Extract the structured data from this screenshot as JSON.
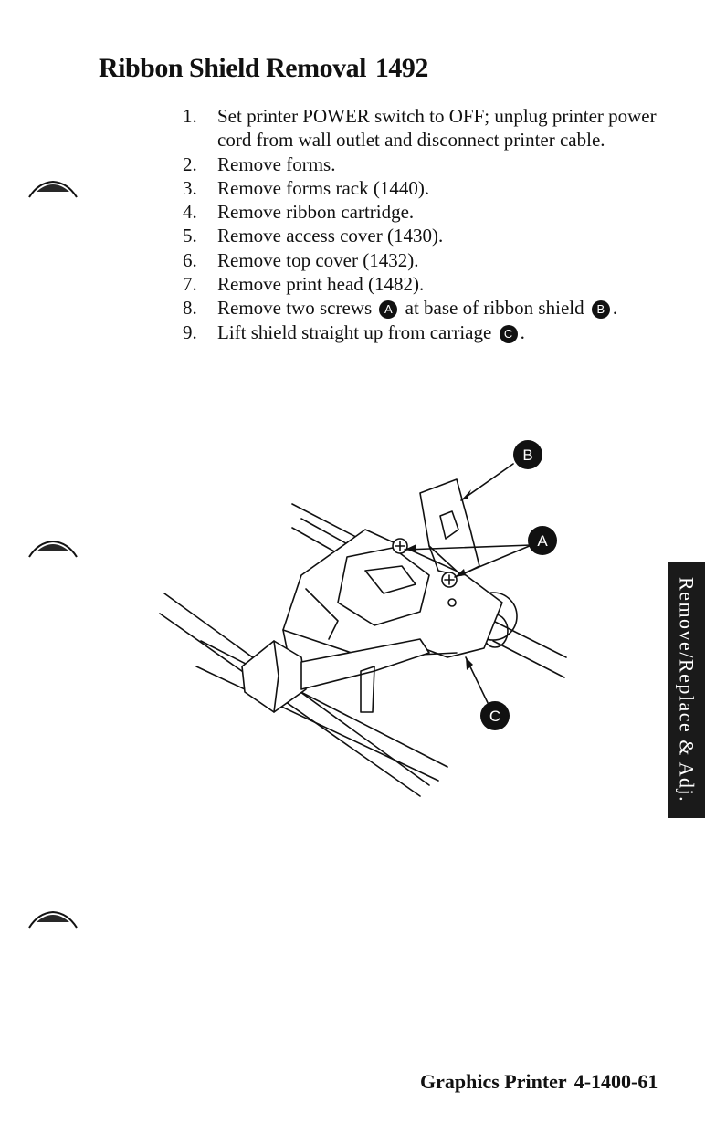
{
  "title": "Ribbon Shield Removal",
  "procedure_number": "1492",
  "steps": [
    {
      "num": "1.",
      "text": "Set printer POWER switch to OFF; unplug printer power cord from wall outlet and disconnect printer cable."
    },
    {
      "num": "2.",
      "text": "Remove forms."
    },
    {
      "num": "3.",
      "text": "Remove forms rack (1440)."
    },
    {
      "num": "4.",
      "text": "Remove ribbon cartridge."
    },
    {
      "num": "5.",
      "text": "Remove access cover (1430)."
    },
    {
      "num": "6.",
      "text": "Remove top cover (1432)."
    },
    {
      "num": "7.",
      "text": "Remove print head (1482)."
    },
    {
      "num": "8.",
      "text_before": "Remove two screws",
      "callout_1": "A",
      "text_middle": "at base of ribbon shield",
      "callout_2": "B",
      "text_after": "."
    },
    {
      "num": "9.",
      "text_before": "Lift shield straight up from carriage",
      "callout": "C",
      "text_after": "."
    }
  ],
  "figure": {
    "callout_a": "A",
    "callout_b": "B",
    "callout_c": "C"
  },
  "side_tab": "Remove/Replace & Adj.",
  "footer": {
    "product": "Graphics Printer",
    "page": "4-1400-61"
  }
}
